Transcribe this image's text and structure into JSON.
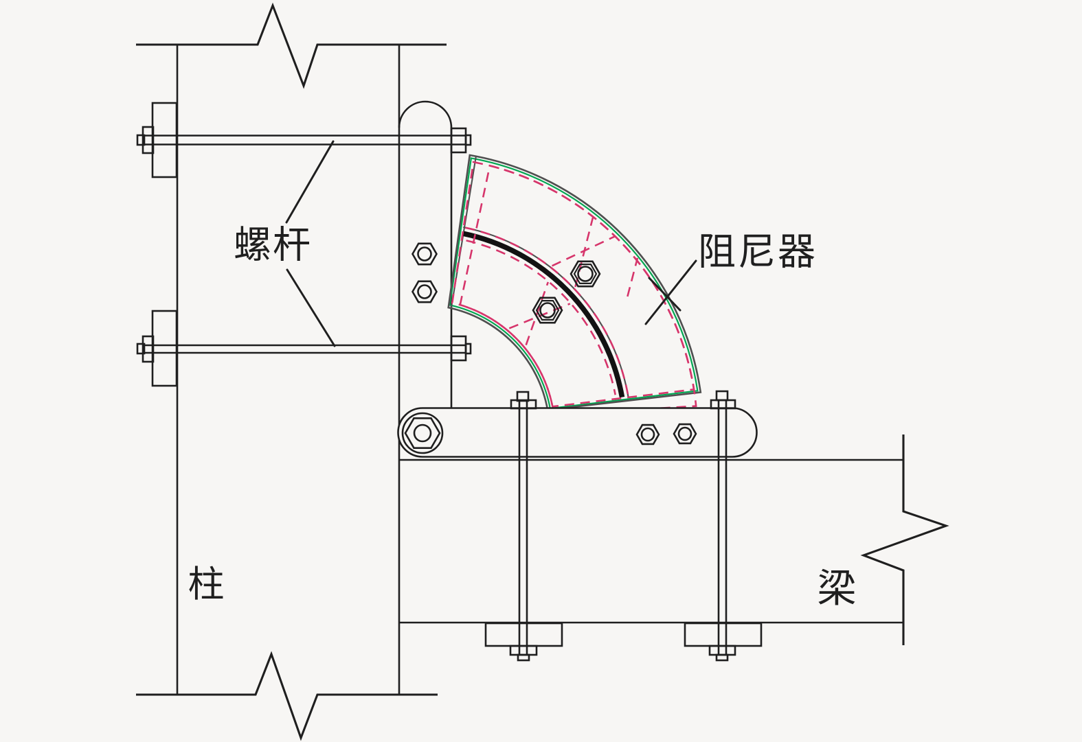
{
  "drawing": {
    "labels": {
      "screw_rod": "螺杆",
      "damper": "阻尼器",
      "column": "柱",
      "beam": "梁"
    },
    "colors": {
      "background": "#f7f6f4",
      "line_black": "#1f1f1f",
      "outline_gray": "#4f4f4f",
      "damper_green": "#00a651",
      "damper_red": "#d6356b",
      "friction_arc": "#121212"
    }
  }
}
